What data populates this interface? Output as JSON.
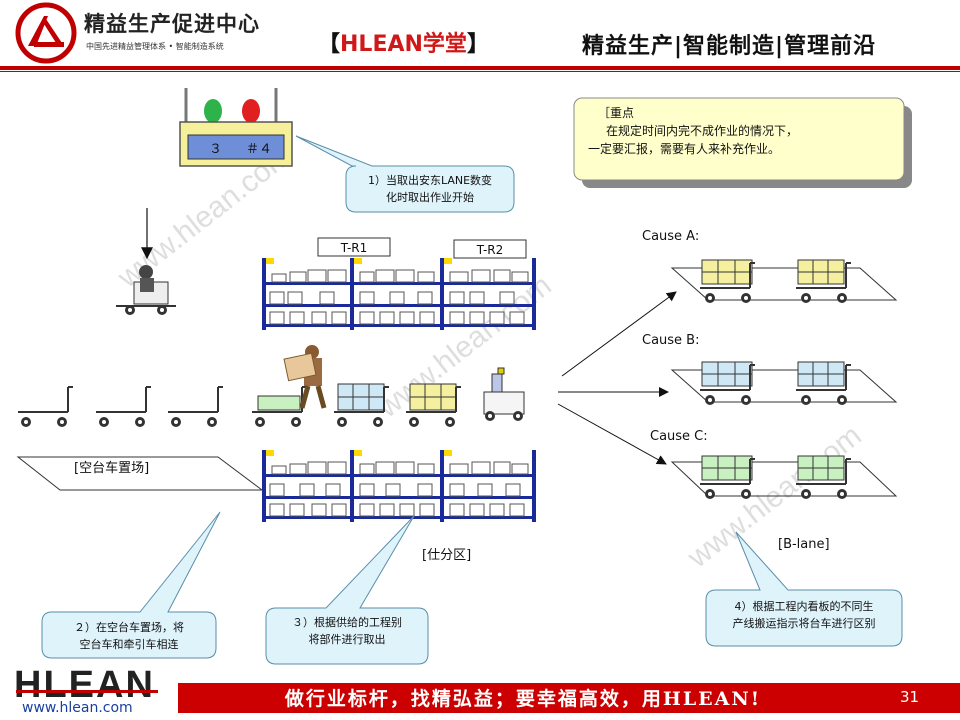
{
  "header": {
    "org_name": "精益生产促进中心",
    "org_subtitle": "中国先进精益管理体系 • 智能制造系统",
    "brand_bracket_left": "【",
    "brand_h": "HLEAN",
    "brand_xt": "学堂",
    "brand_bracket_right": "】",
    "right_title": "精益生产|智能制造|管理前沿"
  },
  "signal_board": {
    "left_number": "３",
    "right_number": "＃４"
  },
  "callouts": {
    "c1_line1": "1）当取出安东LANE数变",
    "c1_line2": "化时取出作业开始",
    "c2_line1": "２）在空台车置场，将",
    "c2_line2": "空台车和牵引车相连",
    "c3_line1": "３）根据供给的工程别",
    "c3_line2": "将部件进行取出",
    "c4_line1": "4）根据工程内看板的不同生",
    "c4_line2": "产线搬运指示将台车进行区别"
  },
  "note": {
    "line1": "［重点",
    "line2": "在规定时间内完不成作业的情况下，",
    "line3": "一定要汇报，需要有人来补充作业。"
  },
  "labels": {
    "tr1": "T-R1",
    "tr2": "T-R2",
    "empty_cart_area": "[空台车置场]",
    "sorting_area": "[仕分区]",
    "b_lane": "[B-lane]",
    "cause_a": "Cause A:",
    "cause_b": "Cause B:",
    "cause_c": "Cause C:"
  },
  "colors": {
    "brand_red": "#cc0000",
    "rack_blue": "#1a2a9a",
    "callout_fill": "#dff3fb",
    "callout_border": "#5a8fa8",
    "note_fill": "#ffffcc",
    "box_yellow": "#f5f0a0",
    "box_blue": "#cfe8f5",
    "box_green": "#c8f0c0"
  },
  "footer": {
    "logo_text": "HLEAN",
    "url": "www.hlean.com",
    "slogan": "做行业标杆，找精弘益；要幸福高效，用HLEAN!",
    "page_number": "31"
  },
  "watermark": "www.hlean.com"
}
